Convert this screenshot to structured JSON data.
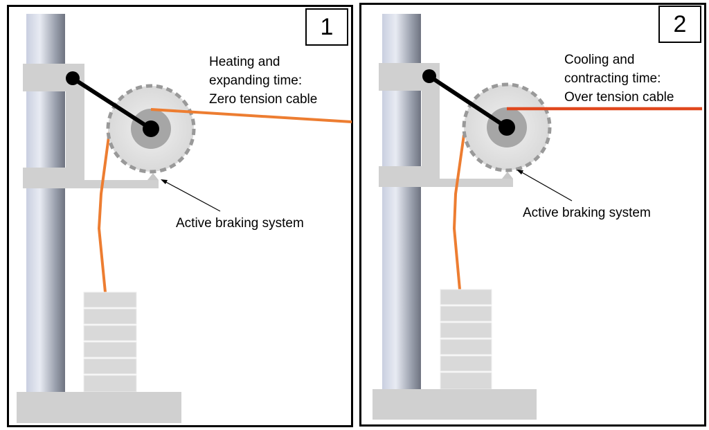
{
  "panels": [
    {
      "number": "1",
      "caption_lines": [
        "Heating and",
        "expanding time:",
        "Zero tension cable"
      ],
      "annotation": "Active braking system",
      "cable_state": "zero tension"
    },
    {
      "number": "2",
      "caption_lines": [
        "Cooling and",
        "contracting time:",
        "Over tension cable"
      ],
      "annotation": "Active braking system",
      "cable_state": "over tension"
    }
  ],
  "colors": {
    "cable": "#ED7D31",
    "cable_over_tension": "#E0481E",
    "frame": "#D9D9D9",
    "pole": "#A6A6A6",
    "pulley": "#E6E6E6",
    "pulley_hub": "#A6A6A6",
    "lever": "#000000"
  }
}
